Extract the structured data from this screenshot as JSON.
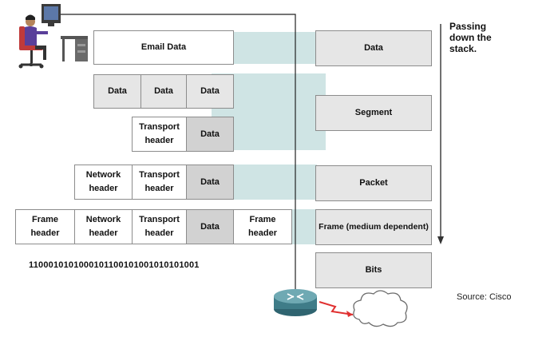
{
  "encapsulation": {
    "email_data": "Email Data",
    "data_row": [
      "Data",
      "Data",
      "Data"
    ],
    "segment_row": {
      "transport_header": "Transport\nheader",
      "data": "Data"
    },
    "packet_row": {
      "network_header": "Network\nheader",
      "transport_header": "Transport\nheader",
      "data": "Data"
    },
    "frame_row": {
      "frame_header": "Frame\nheader",
      "network_header": "Network\nheader",
      "transport_header": "Transport\nheader",
      "data": "Data",
      "frame_trailer": "Frame\nheader"
    },
    "bits": "1100010101000101100101001010101001"
  },
  "pdu_names": {
    "data": "Data",
    "segment": "Segment",
    "packet": "Packet",
    "frame": "Frame (medium dependent)",
    "bits": "Bits"
  },
  "passing_label": "Passing\ndown the\nstack.",
  "source_label": "Source: Cisco",
  "colors": {
    "band": "#cfe4e4",
    "box_border": "#8c8c8c",
    "data_cell": "#d2d2d2",
    "pdu_box": "#e6e6e6",
    "router": "#4a8a96",
    "signal": "#e03030"
  },
  "icons": {
    "user": "person-at-computer-icon",
    "router": "router-icon",
    "cloud": "cloud-icon"
  }
}
